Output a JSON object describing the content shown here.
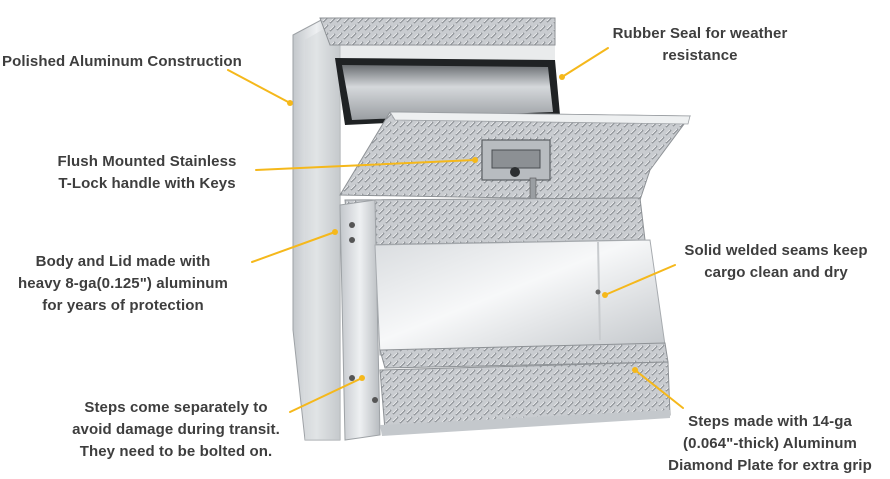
{
  "accent": "#f5b81b",
  "annotations": {
    "polished": {
      "lines": [
        "Polished Aluminum Construction"
      ]
    },
    "rubber": {
      "lines": [
        "Rubber Seal for weather",
        "resistance"
      ]
    },
    "flush": {
      "lines": [
        "Flush Mounted Stainless",
        "T-Lock handle with Keys"
      ]
    },
    "body": {
      "lines": [
        "Body and Lid made with",
        "heavy 8-ga(0.125\") aluminum",
        "for years of protection"
      ]
    },
    "seams": {
      "lines": [
        "Solid welded seams keep",
        "cargo clean and dry"
      ]
    },
    "steps_separate": {
      "lines": [
        "Steps come separately to",
        "avoid damage during transit.",
        "They need to be bolted on."
      ]
    },
    "steps_made": {
      "lines": [
        "Steps made with 14-ga",
        "(0.064\"-thick) Aluminum",
        "Diamond Plate for extra grip"
      ]
    }
  }
}
